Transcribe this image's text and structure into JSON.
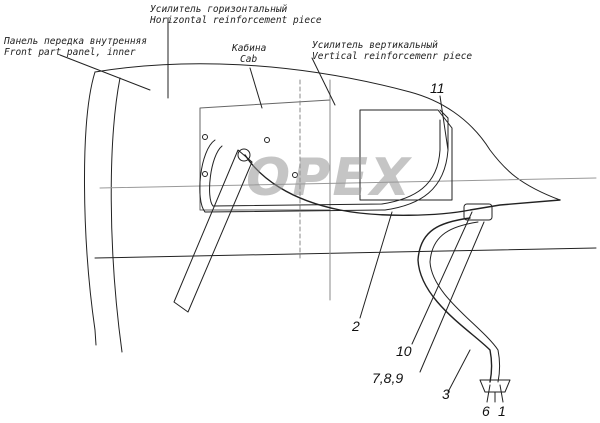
{
  "watermark": {
    "text": "OPEX",
    "color": "#a0a0a0"
  },
  "labels": {
    "horizontal_ru": "Усилитель горизонтальный",
    "horizontal_en": "Horizontal reinforcement piece",
    "panel_ru": "Панель передка внутренняя",
    "panel_en": "Front part panel, inner",
    "cab_ru": "Кабина",
    "cab_en": "Cab",
    "vertical_ru": "Усилитель вертикальный",
    "vertical_en": "Vertical reinforcemenr piece"
  },
  "callouts": {
    "c11": "11",
    "c2": "2",
    "c10": "10",
    "c789": "7,8,9",
    "c3": "3",
    "c6": "6",
    "c1": "1"
  },
  "colors": {
    "line": "#222222",
    "faint": "#9a9a9a"
  }
}
